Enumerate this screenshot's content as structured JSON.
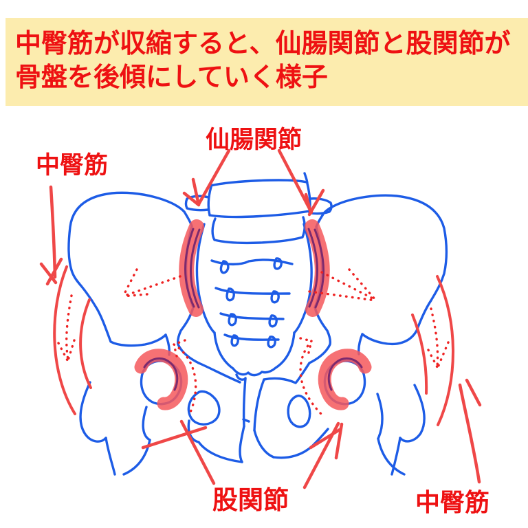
{
  "banner": {
    "line1": "中臀筋が収縮すると、仙腸関節と股関節が",
    "line2": "骨盤を後傾にしていく様子"
  },
  "labels": {
    "gluteus_medius_top_left": "中臀筋",
    "sacroiliac_joint": "仙腸関節",
    "hip_joint": "股関節",
    "gluteus_medius_bottom_right": "中臀筋"
  },
  "colors": {
    "background": "#ffffff",
    "banner_bg": "#fcecae",
    "annotation_red": "#ee1112",
    "arrow_red": "#ef4747",
    "dotted_red": "#ee2222",
    "highlight_red": "#f4585c",
    "joint_line_dark": "#7c2a6e",
    "outline_blue": "#1d5ce6"
  }
}
